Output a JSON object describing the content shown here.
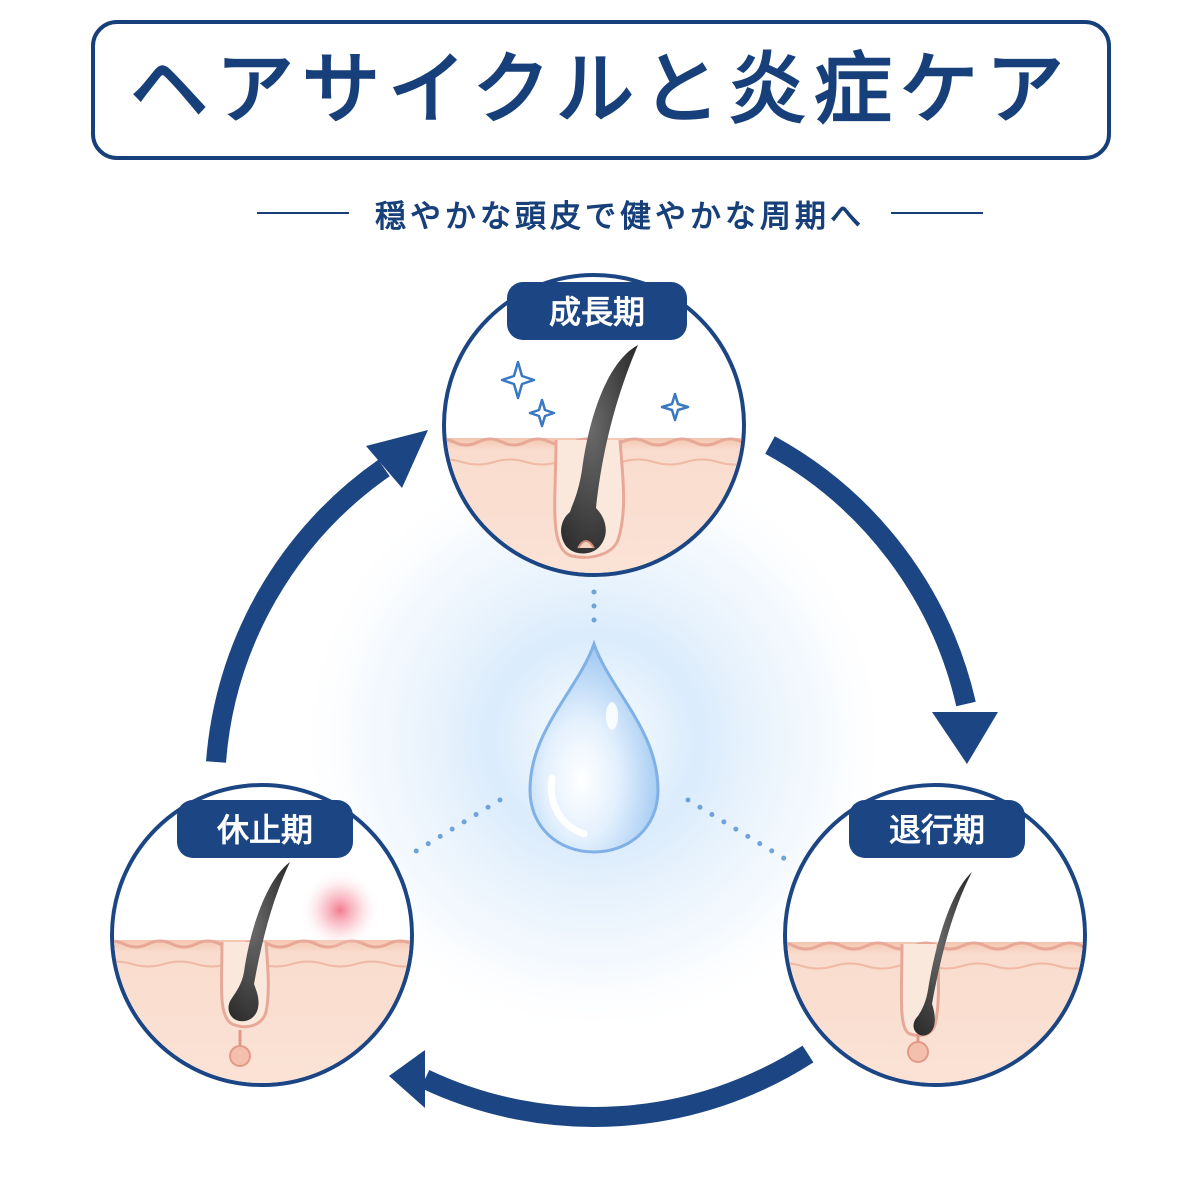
{
  "title": "ヘアサイクルと炎症ケア",
  "subtitle": "穏やかな頭皮で健やかな周期へ",
  "phases": {
    "growth": {
      "label": "成長期"
    },
    "regression": {
      "label": "退行期"
    },
    "rest": {
      "label": "休止期"
    }
  },
  "colors": {
    "primary": "#17407a",
    "skin": "#f8d8c8",
    "skin_edge": "#e8a898",
    "hair": "#3a3a3a",
    "droplet": "#a8d0f8",
    "glow": "#d4e8fb",
    "inflammation": "#f26b83"
  },
  "icons": [
    "sparkle-icon",
    "water-drop-icon",
    "hair-follicle-icon",
    "cycle-arrow-icon"
  ]
}
